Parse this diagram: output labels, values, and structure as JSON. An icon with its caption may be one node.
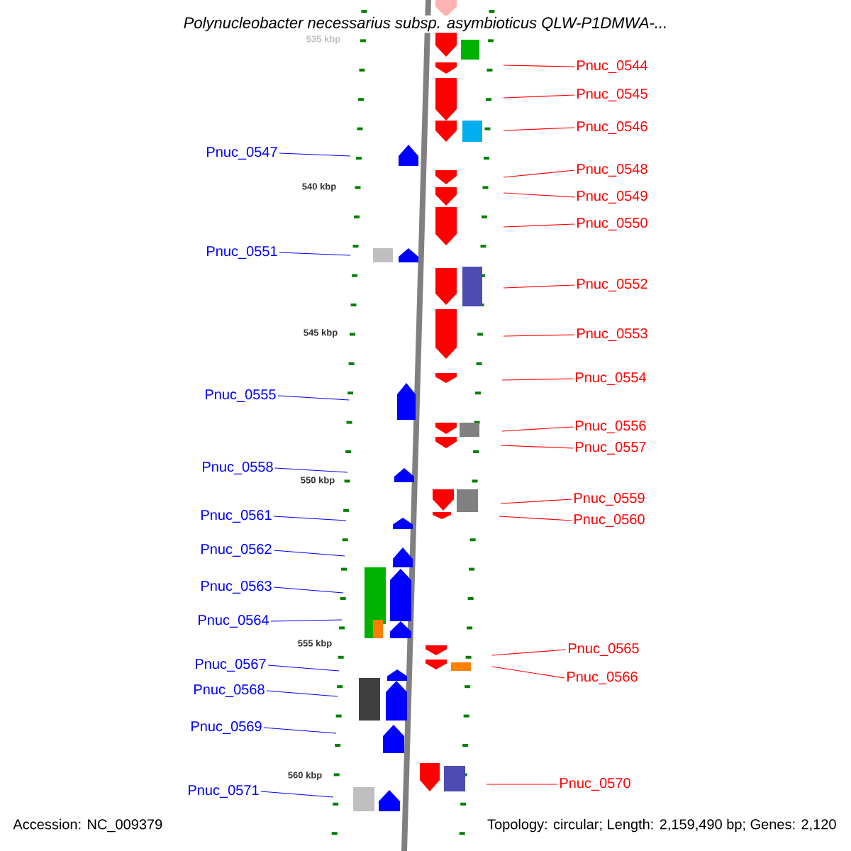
{
  "diagram": {
    "title": "Polynucleobacter necessarius subsp. asymbioticus QLW-P1DMWA-...",
    "nodes": [
      {
        "text": [
          "Pnuc_0544"
        ]
      },
      {
        "text": [
          "Pnuc_0545"
        ]
      },
      {
        "text": [
          "Pnuc_0546"
        ]
      },
      {
        "text": [
          "Pnuc_0547"
        ]
      },
      {
        "text": [
          "Pnuc_0548"
        ]
      },
      {
        "text": [
          "Pnuc_0549"
        ]
      },
      {
        "text": [
          "Pnuc_0550"
        ]
      },
      {
        "text": [
          "Pnuc_0551"
        ]
      },
      {
        "text": [
          "Pnuc_0552"
        ]
      },
      {
        "text": [
          "Pnuc_0553"
        ]
      },
      {
        "text": [
          "Pnuc_0554"
        ]
      },
      {
        "text": [
          "Pnuc_0555"
        ]
      },
      {
        "text": [
          "Pnuc_0556"
        ]
      },
      {
        "text": [
          "Pnuc_0557"
        ]
      },
      {
        "text": [
          "Pnuc_0558"
        ]
      },
      {
        "text": [
          "Pnuc_0559"
        ]
      },
      {
        "text": [
          "Pnuc_0560"
        ]
      },
      {
        "text": [
          "Pnuc_0561"
        ]
      },
      {
        "text": [
          "Pnuc_0562"
        ]
      },
      {
        "text": [
          "Pnuc_0563"
        ]
      },
      {
        "text": [
          "Pnuc_0564"
        ]
      },
      {
        "text": [
          "Pnuc_0565"
        ]
      },
      {
        "text": [
          "Pnuc_0566"
        ]
      },
      {
        "text": [
          "Pnuc_0567"
        ]
      },
      {
        "text": [
          "Pnuc_0568"
        ]
      },
      {
        "text": [
          "Pnuc_0569"
        ]
      },
      {
        "text": [
          "Pnuc_0570"
        ]
      },
      {
        "text": [
          "Pnuc_0571"
        ]
      }
    ],
    "edges": [
      {
        "from": 0,
        "to": null,
        "arrow": "none"
      },
      {
        "from": 1,
        "to": null,
        "arrow": "none"
      },
      {
        "from": 2,
        "to": null,
        "arrow": "none"
      },
      {
        "from": 3,
        "to": null,
        "arrow": "none",
        "color": "#0000ff"
      },
      {
        "from": 4,
        "to": null,
        "arrow": "none"
      },
      {
        "from": 5,
        "to": null,
        "arrow": "none"
      },
      {
        "from": 6,
        "to": null,
        "arrow": "none"
      },
      {
        "from": 7,
        "to": null,
        "arrow": "none",
        "color": "#0000ff"
      },
      {
        "from": 8,
        "to": null,
        "arrow": "none"
      },
      {
        "from": 9,
        "to": null,
        "arrow": "none"
      },
      {
        "from": 10,
        "to": null,
        "arrow": "none"
      },
      {
        "from": 11,
        "to": null,
        "arrow": "none",
        "color": "#0000ff"
      },
      {
        "from": 12,
        "to": null,
        "arrow": "none"
      },
      {
        "from": 13,
        "to": null,
        "arrow": "none"
      },
      {
        "from": 14,
        "to": null,
        "arrow": "none",
        "color": "#0000ff"
      },
      {
        "from": 15,
        "to": null,
        "arrow": "none"
      },
      {
        "from": 16,
        "to": null,
        "arrow": "none"
      },
      {
        "from": 17,
        "to": null,
        "arrow": "none",
        "color": "#0000ff"
      },
      {
        "from": 18,
        "to": null,
        "arrow": "none",
        "color": "#0000ff"
      },
      {
        "from": 19,
        "to": null,
        "arrow": "none",
        "color": "#0000ff"
      },
      {
        "from": 20,
        "to": null,
        "arrow": "none",
        "color": "#0000ff"
      },
      {
        "from": 21,
        "to": null,
        "arrow": "none"
      },
      {
        "from": 22,
        "to": null,
        "arrow": "none"
      },
      {
        "from": 23,
        "to": null,
        "arrow": "none",
        "color": "#0000ff"
      },
      {
        "from": 24,
        "to": null,
        "arrow": "none",
        "color": "#0000ff"
      },
      {
        "from": 25,
        "to": null,
        "arrow": "none",
        "color": "#0000ff"
      },
      {
        "from": 26,
        "to": null,
        "arrow": "none"
      },
      {
        "from": 27,
        "to": null,
        "arrow": "none",
        "color": "#0000ff"
      }
    ],
    "labels": [
      "535 kbp",
      "540 kbp",
      "545 kbp",
      "550 kbp",
      "555 kbp",
      "560 kbp",
      "Accession: NC_009379",
      "Topology: circular; Length: 2,159,490 bp; Genes: 2,120"
    ]
  }
}
